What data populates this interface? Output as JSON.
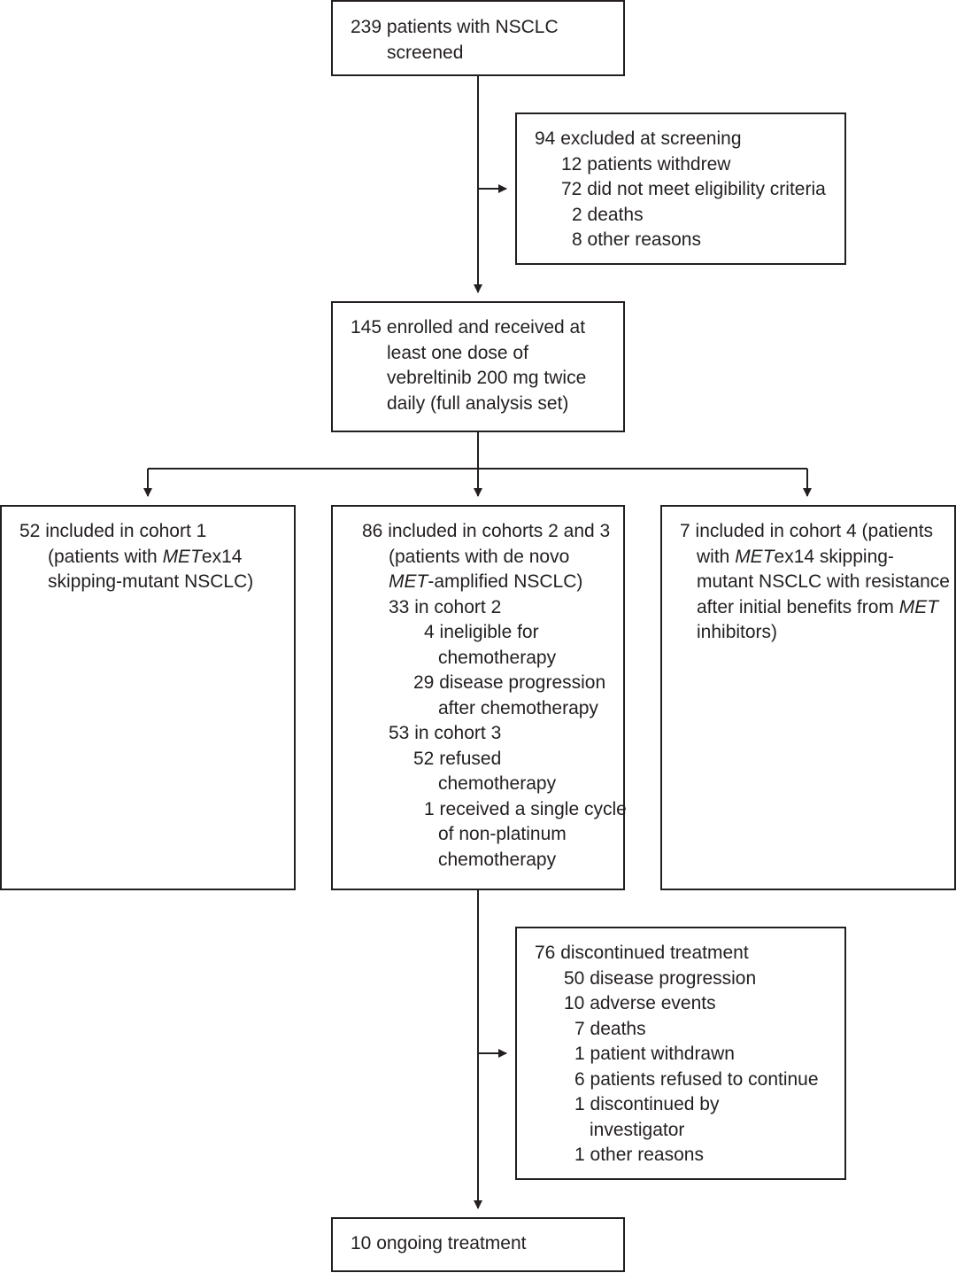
{
  "screening": {
    "lines": [
      {
        "num": "239",
        "text": "patients with NSCLC"
      },
      {
        "num": "",
        "text": "screened"
      }
    ]
  },
  "excluded": {
    "lines": [
      {
        "num": "94",
        "text": "excluded at screening"
      },
      {
        "num": "12",
        "text": "patients withdrew"
      },
      {
        "num": "72",
        "text": "did not meet eligibility criteria"
      },
      {
        "num": "2",
        "text": "deaths"
      },
      {
        "num": "8",
        "text": "other reasons"
      }
    ]
  },
  "enrolled": {
    "lines": [
      {
        "num": "145",
        "text": "enrolled and received at"
      },
      {
        "num": "",
        "text": "least one dose of"
      },
      {
        "num": "",
        "text": "vebreltinib 200 mg twice"
      },
      {
        "num": "",
        "text": "daily (full analysis set)"
      }
    ]
  },
  "cohort1": {
    "lines": [
      {
        "num": "52",
        "text": "included in cohort 1"
      },
      {
        "num": "",
        "pre": "(patients with ",
        "em": "MET",
        "post": "ex14"
      },
      {
        "num": "",
        "text": "skipping-mutant NSCLC)"
      }
    ]
  },
  "cohort23": {
    "lines": [
      {
        "num": "86",
        "text": "included in cohorts 2 and 3"
      },
      {
        "num": "",
        "text": "(patients with de novo"
      },
      {
        "num": "",
        "pre": "",
        "em": "MET",
        "post": "-amplified NSCLC)"
      },
      {
        "num": "33",
        "text": "in cohort 2"
      },
      {
        "num": "4",
        "text": "ineligible for"
      },
      {
        "num": "",
        "text": "chemotherapy"
      },
      {
        "num": "29",
        "text": "disease progression"
      },
      {
        "num": "",
        "text": "after chemotherapy"
      },
      {
        "num": "53",
        "text": "in cohort 3"
      },
      {
        "num": "52",
        "text": "refused"
      },
      {
        "num": "",
        "text": "chemotherapy"
      },
      {
        "num": "1",
        "text": "received a single cycle"
      },
      {
        "num": "",
        "text": "of non-platinum"
      },
      {
        "num": "",
        "text": "chemotherapy"
      }
    ]
  },
  "cohort4": {
    "lines": [
      {
        "num": "7",
        "text": "included in cohort 4 (patients"
      },
      {
        "num": "",
        "pre": "with ",
        "em": "MET",
        "post": "ex14 skipping-"
      },
      {
        "num": "",
        "text": "mutant NSCLC with resistance"
      },
      {
        "num": "",
        "pre": "after initial benefits from ",
        "em": "MET",
        "post": ""
      },
      {
        "num": "",
        "text": "inhibitors)"
      }
    ]
  },
  "discontinued": {
    "lines": [
      {
        "num": "76",
        "text": "discontinued treatment"
      },
      {
        "num": "50",
        "text": "disease progression"
      },
      {
        "num": "10",
        "text": "adverse events"
      },
      {
        "num": "7",
        "text": "deaths"
      },
      {
        "num": "1",
        "text": "patient withdrawn"
      },
      {
        "num": "6",
        "text": "patients refused to continue"
      },
      {
        "num": "1",
        "text": "discontinued by"
      },
      {
        "num": "",
        "text": "investigator"
      },
      {
        "num": "1",
        "text": "other reasons"
      }
    ]
  },
  "ongoing": {
    "lines": [
      {
        "num": "10",
        "text": "ongoing treatment"
      }
    ]
  },
  "colors": {
    "stroke": "#231f20",
    "text": "#231f20",
    "background": "#ffffff"
  }
}
